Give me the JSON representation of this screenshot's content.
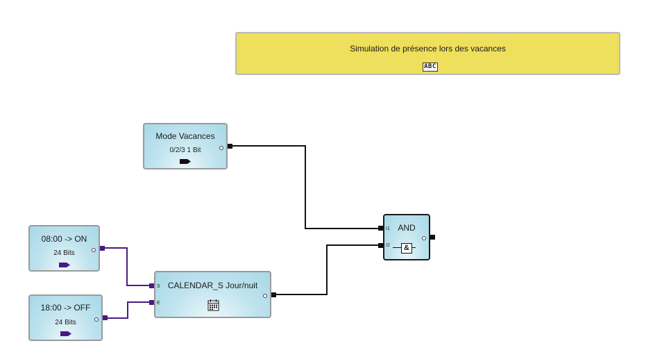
{
  "comment": {
    "text": "Simulation de présence lors des vacances",
    "icon": "ABC"
  },
  "blocks": {
    "mode": {
      "title": "Mode Vacances",
      "subtitle": "0/2/3 1 Bit"
    },
    "on": {
      "title": "08:00 -> ON",
      "subtitle": "24 Bits"
    },
    "off": {
      "title": "18:00 -> OFF",
      "subtitle": "24 Bits"
    },
    "calendar": {
      "title": "CALENDAR_S Jour/nuit",
      "in1": "S",
      "in2": "E"
    },
    "and": {
      "title": "AND",
      "in1": "I1",
      "in2": "I2",
      "icon": "&"
    }
  },
  "colors": {
    "comment_bg": "#eedf5c",
    "block_bg": "#bfe3ee",
    "wire": "#111111",
    "wire_purple": "#4b1a82"
  }
}
